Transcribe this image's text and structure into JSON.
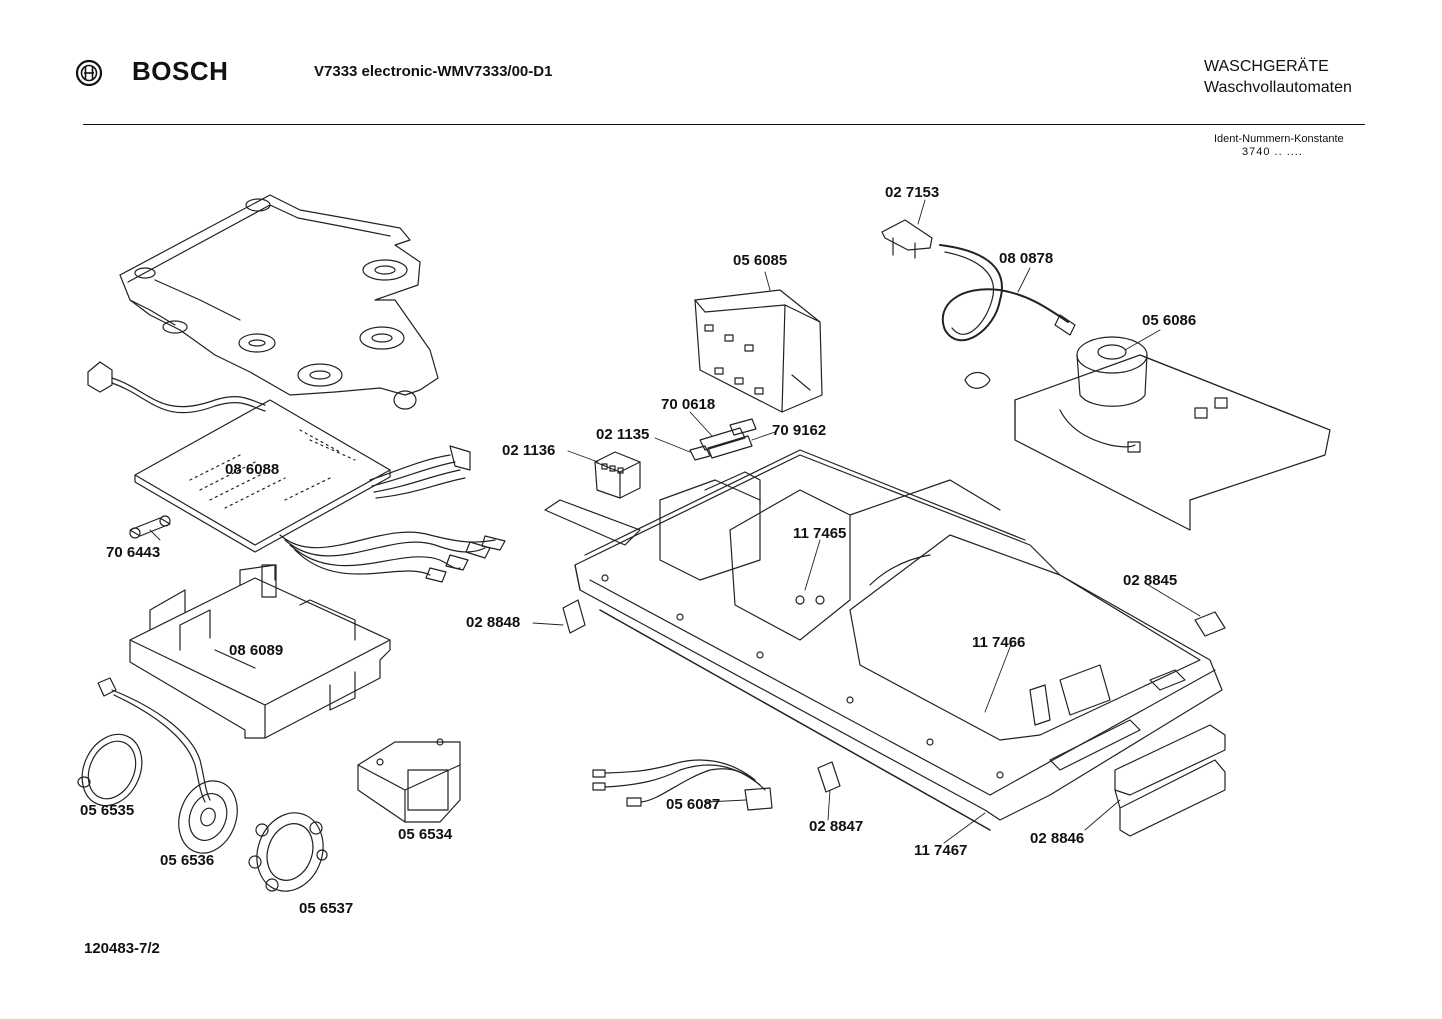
{
  "header": {
    "brand": "BOSCH",
    "model": "V7333 electronic-WMV7333/00-D1",
    "category": "WASCHGERÄTE",
    "subcategory": "Waschvollautomaten",
    "ident_label": "Ident-Nummern-Konstante",
    "ident_value": "3740 .. ...."
  },
  "footer": {
    "code": "120483-7/2"
  },
  "parts": {
    "p_027153": "02 7153",
    "p_056085": "05 6085",
    "p_080878": "08 0878",
    "p_056086": "05 6086",
    "p_700618": "70 0618",
    "p_021135": "02 1135",
    "p_709162": "70 9162",
    "p_021136": "02 1136",
    "p_086088": "08 6088",
    "p_706443": "70 6443",
    "p_117465": "11 7465",
    "p_028845": "02 8845",
    "p_028848": "02 8848",
    "p_086089": "08 6089",
    "p_117466": "11 7466",
    "p_056535": "05 6535",
    "p_056087": "05 6087",
    "p_028847": "02 8847",
    "p_117467": "11 7467",
    "p_028846": "02 8846",
    "p_056534": "05 6534",
    "p_056536": "05 6536",
    "p_056537": "05 6537"
  }
}
